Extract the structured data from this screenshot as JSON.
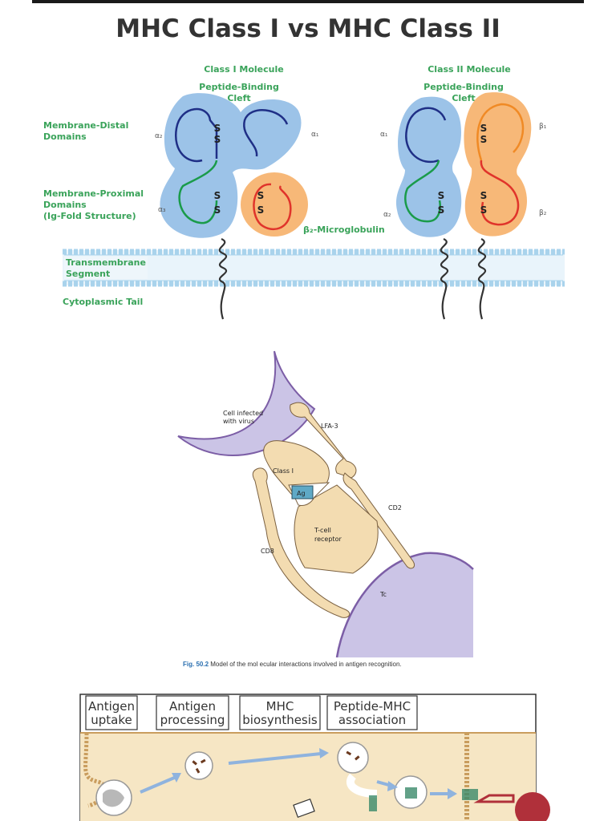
{
  "page": {
    "title": "MHC Class I vs MHC Class II"
  },
  "mhc_figure": {
    "class1_title": "Class I Molecule",
    "class2_title": "Class II Molecule",
    "cleft_line1": "Peptide-Binding",
    "cleft_line2": "Cleft",
    "distal_line1": "Membrane-Distal",
    "distal_line2": "Domains",
    "proximal_line1": "Membrane-Proximal",
    "proximal_line2": "Domains",
    "proximal_line3": "(Ig-Fold Structure)",
    "microglobulin": "β₂-Microglobulin",
    "transmembrane_line1": "Transmembrane",
    "transmembrane_line2": "Segment",
    "cytoplasmic": "Cytoplasmic Tail",
    "alpha1": "α₁",
    "alpha2": "α₂",
    "alpha3": "α₃",
    "beta1": "β₁",
    "beta2": "β₂",
    "disulfide": "S",
    "colors": {
      "label_green": "#3aa35a",
      "domain_blue": "#9cc3e8",
      "domain_orange": "#f7b878",
      "strand_navy": "#1f2f86",
      "strand_green": "#1a9b4a",
      "strand_red": "#e0342b",
      "strand_orange": "#f08a25",
      "membrane": "#a9d3ec"
    }
  },
  "tcell_figure": {
    "infected_cell_line1": "Cell infected",
    "infected_cell_line2": "with virus",
    "lfa3": "LFA-3",
    "class1": "Class I",
    "ag": "Ag",
    "cd2": "CD2",
    "tcr_line1": "T-cell",
    "tcr_line2": "receptor",
    "cd8": "CD8",
    "tc": "Tc",
    "caption_fig": "Fig. 50.2",
    "caption_text": "Model of the mol ecular interactions involved in antigen recognition.",
    "colors": {
      "cell_purple": "#cbc4e6",
      "cell_edge": "#7c5ea6",
      "protein": "#f3dcb1",
      "antigen": "#5fa9c6"
    }
  },
  "pathway_figure": {
    "steps": [
      {
        "line1": "Antigen",
        "line2": "uptake"
      },
      {
        "line1": "Antigen",
        "line2": "processing"
      },
      {
        "line1": "MHC",
        "line2": "biosynthesis"
      },
      {
        "line1": "Peptide-MHC",
        "line2": "association"
      }
    ],
    "colors": {
      "cell_fill": "#f6e6c4",
      "membrane": "#c99d5e",
      "arrow": "#8fb3de"
    }
  }
}
